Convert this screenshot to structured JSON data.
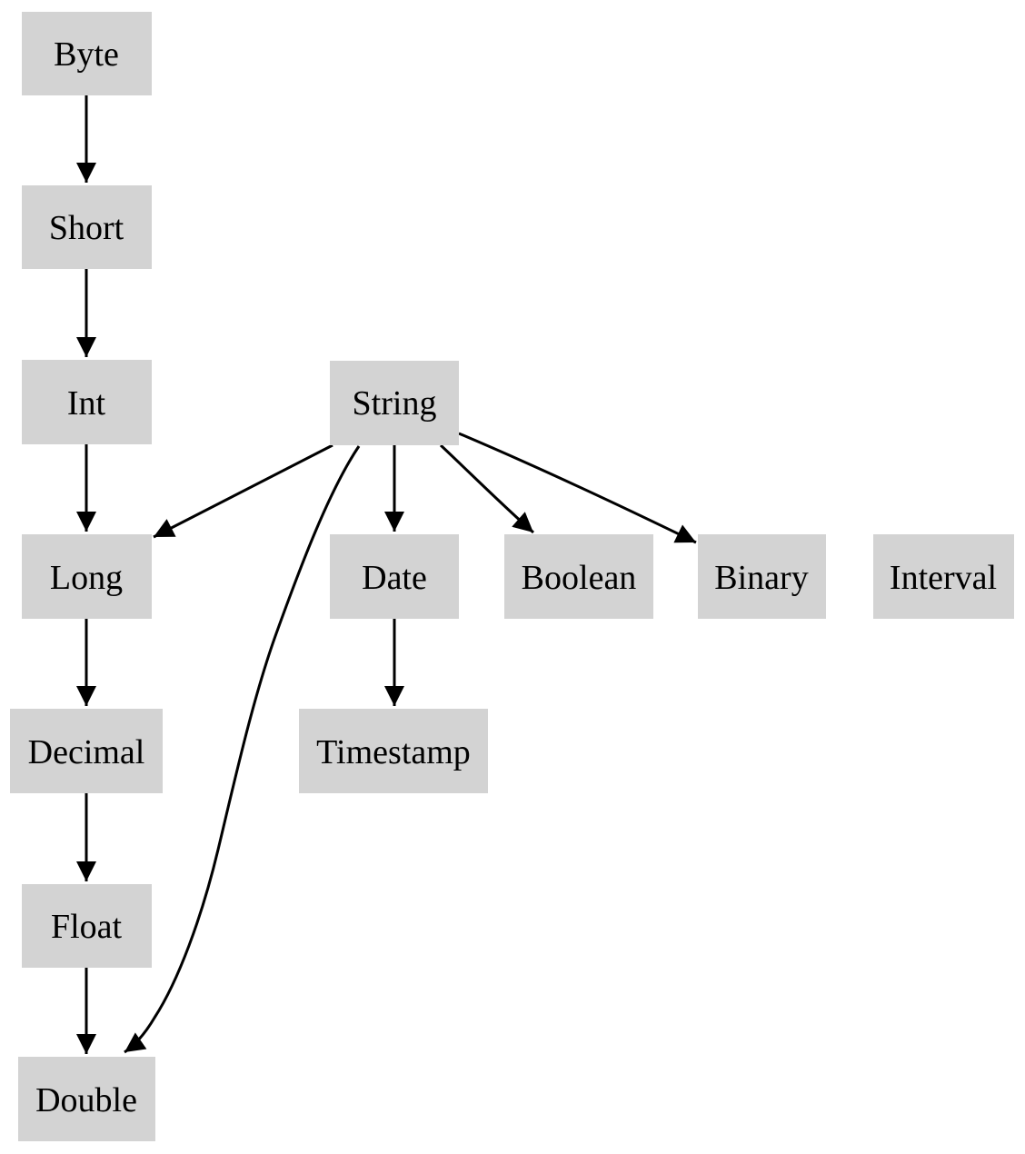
{
  "colors": {
    "background": "#ffffff",
    "node_fill": "#d3d3d3",
    "node_text": "#000000",
    "edge": "#000000"
  },
  "nodes": {
    "byte": {
      "label": "Byte"
    },
    "short": {
      "label": "Short"
    },
    "int": {
      "label": "Int"
    },
    "string": {
      "label": "String"
    },
    "long": {
      "label": "Long"
    },
    "date": {
      "label": "Date"
    },
    "boolean": {
      "label": "Boolean"
    },
    "binary": {
      "label": "Binary"
    },
    "interval": {
      "label": "Interval"
    },
    "decimal": {
      "label": "Decimal"
    },
    "timestamp": {
      "label": "Timestamp"
    },
    "float": {
      "label": "Float"
    },
    "double": {
      "label": "Double"
    }
  },
  "edges": [
    {
      "from": "Byte",
      "to": "Short"
    },
    {
      "from": "Short",
      "to": "Int"
    },
    {
      "from": "Int",
      "to": "Long"
    },
    {
      "from": "Long",
      "to": "Decimal"
    },
    {
      "from": "Decimal",
      "to": "Float"
    },
    {
      "from": "Float",
      "to": "Double"
    },
    {
      "from": "String",
      "to": "Long"
    },
    {
      "from": "String",
      "to": "Date"
    },
    {
      "from": "String",
      "to": "Boolean"
    },
    {
      "from": "String",
      "to": "Binary"
    },
    {
      "from": "String",
      "to": "Double"
    },
    {
      "from": "Date",
      "to": "Timestamp"
    }
  ]
}
